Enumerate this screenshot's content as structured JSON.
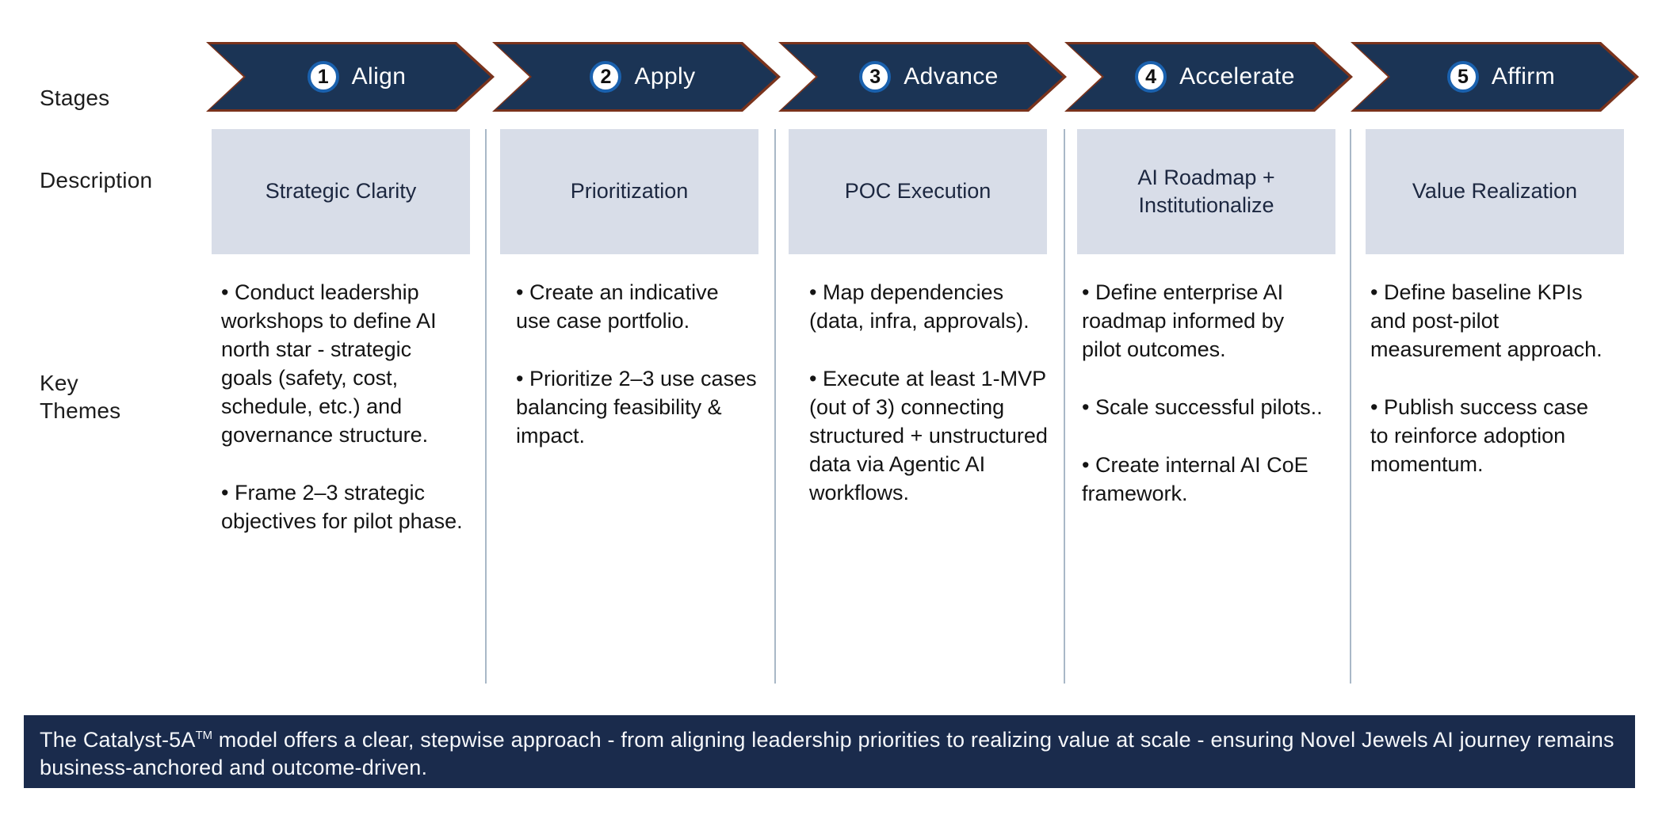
{
  "row_labels": {
    "stages": "Stages",
    "description": "Description",
    "key_themes": "Key Themes"
  },
  "stages": [
    {
      "number": "1",
      "name": "Align",
      "description": "Strategic Clarity",
      "themes": [
        "• Conduct leadership workshops to define AI north star - strategic goals (safety, cost, schedule, etc.) and governance structure.",
        "• Frame 2–3 strategic objectives for pilot phase."
      ]
    },
    {
      "number": "2",
      "name": "Apply",
      "description": "Prioritization",
      "themes": [
        "• Create an indicative use case portfolio.",
        "• Prioritize 2–3 use cases balancing feasibility & impact."
      ]
    },
    {
      "number": "3",
      "name": "Advance",
      "description": "POC Execution",
      "themes": [
        "• Map dependencies (data, infra, approvals).",
        "• Execute at least 1-MVP (out of 3) connecting structured + unstructured data via Agentic AI workflows."
      ]
    },
    {
      "number": "4",
      "name": "Accelerate",
      "description": "AI Roadmap + Institutionalize",
      "themes": [
        "• Define enterprise AI roadmap informed by pilot outcomes.",
        "• Scale successful pilots..",
        "• Create internal AI CoE framework."
      ]
    },
    {
      "number": "5",
      "name": "Affirm",
      "description": "Value Realization",
      "themes": [
        "• Define baseline KPIs and post-pilot measurement approach.",
        "• Publish success case to reinforce adoption momentum."
      ]
    }
  ],
  "footer": {
    "text_before_tm": "The Catalyst-5A",
    "trademark": "TM",
    "text_after_tm": " model offers a clear, stepwise approach - from aligning leadership priorities to realizing value at scale - ensuring Novel Jewels AI journey remains business-anchored and outcome-driven."
  },
  "colors": {
    "arrow_fill": "#1b3455",
    "arrow_border": "#7a331c",
    "badge_ring": "#1a61ae",
    "description_box": "#d8dde8",
    "divider": "#a9b8c7",
    "footer_banner": "#1a2b4c"
  }
}
